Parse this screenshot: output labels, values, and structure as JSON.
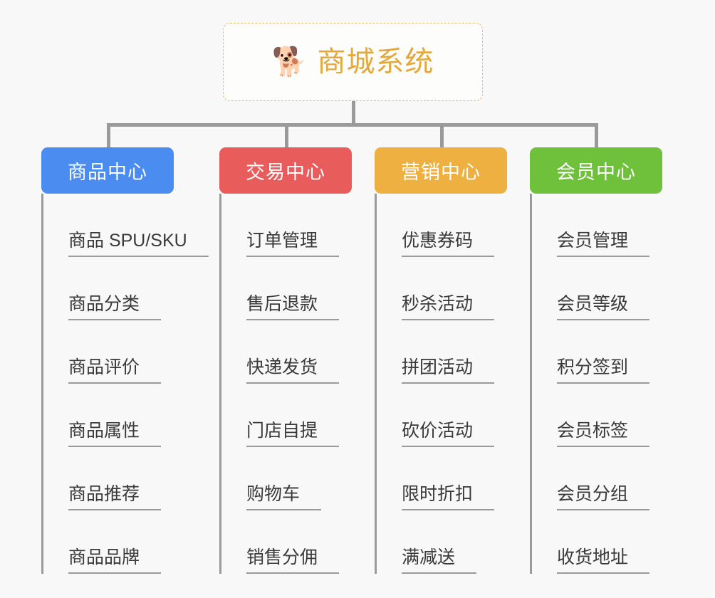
{
  "root": {
    "icon": "shiba-dog-emoji",
    "emoji": "🐕",
    "title": "商城系统",
    "title_color": "#e3a93c",
    "border_color": "#e8bb68"
  },
  "colors": {
    "background": "#f8f8f8",
    "connector": "#9a9a9a",
    "leaf_text": "#3a3a3a",
    "leaf_underline": "#9a9a9a"
  },
  "categories": [
    {
      "label": "商品中心",
      "color": "#4a8cf0",
      "items": [
        "商品 SPU/SKU",
        "商品分类",
        "商品评价",
        "商品属性",
        "商品推荐",
        "商品品牌"
      ]
    },
    {
      "label": "交易中心",
      "color": "#e85c5c",
      "items": [
        "订单管理",
        "售后退款",
        "快递发货",
        "门店自提",
        "购物车",
        "销售分佣"
      ]
    },
    {
      "label": "营销中心",
      "color": "#eeb040",
      "items": [
        "优惠券码",
        "秒杀活动",
        "拼团活动",
        "砍价活动",
        "限时折扣",
        "满减送"
      ]
    },
    {
      "label": "会员中心",
      "color": "#6fc13c",
      "items": [
        "会员管理",
        "会员等级",
        "积分签到",
        "会员标签",
        "会员分组",
        "收货地址"
      ]
    }
  ]
}
